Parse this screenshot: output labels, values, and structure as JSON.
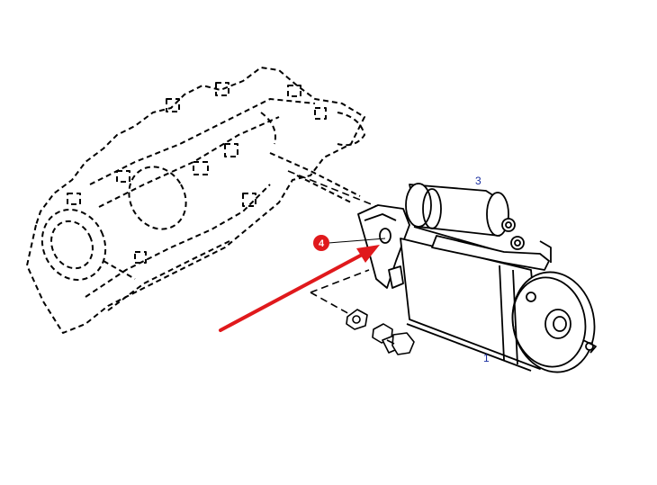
{
  "callouts": {
    "starter_motor": "1",
    "solenoid": "3",
    "highlight_badge": "4"
  },
  "colors": {
    "line": "#000000",
    "callout_text": "#1a2fa0",
    "highlight": "#e0191c",
    "badge_text": "#ffffff",
    "background": "#ffffff"
  }
}
